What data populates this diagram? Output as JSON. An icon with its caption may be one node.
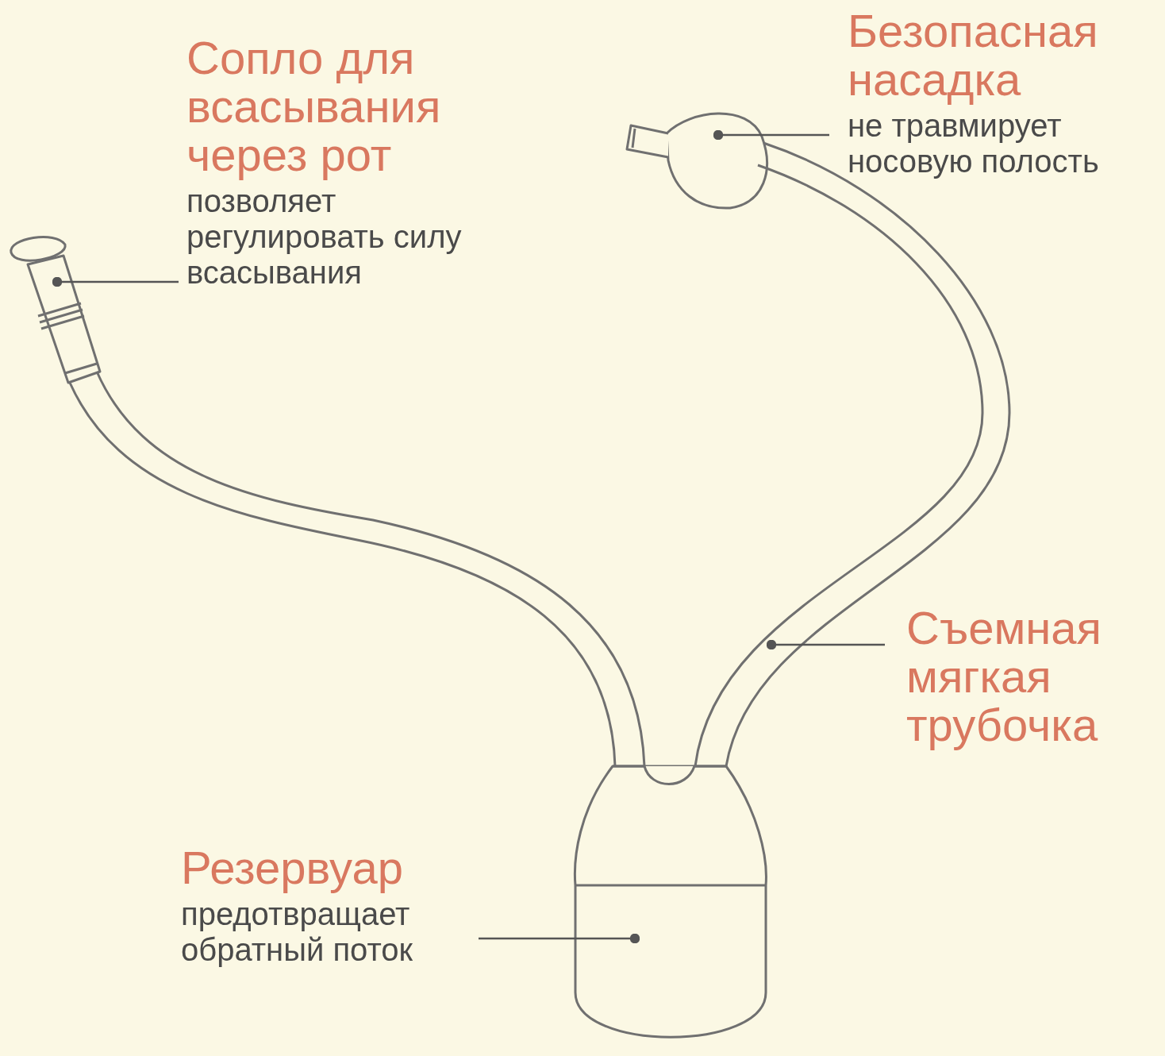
{
  "diagram": {
    "nodes": [
      {
        "text": [
          "Сопло для всасывания через рот",
          "позволяет регулировать силу всасывания"
        ]
      },
      {
        "text": [],
        "shape": "picture"
      },
      {
        "text": [
          "Безопасная насадка",
          "не травмирует носовую полость"
        ]
      },
      {
        "text": [],
        "shape": "picture"
      },
      {
        "text": [
          "Съемная мягкая трубочка"
        ]
      },
      {
        "text": [],
        "shape": "picture"
      },
      {
        "text": [
          "Резервуар",
          "предотвращает обратный поток"
        ]
      },
      {
        "text": [],
        "shape": "picture"
      }
    ],
    "edges": [
      {
        "from": 0,
        "to": 1,
        "arrow": "other"
      },
      {
        "from": 2,
        "to": 3,
        "arrow": "other"
      },
      {
        "from": 4,
        "to": 5,
        "arrow": "other"
      },
      {
        "from": 6,
        "to": 7,
        "arrow": "other"
      }
    ]
  }
}
